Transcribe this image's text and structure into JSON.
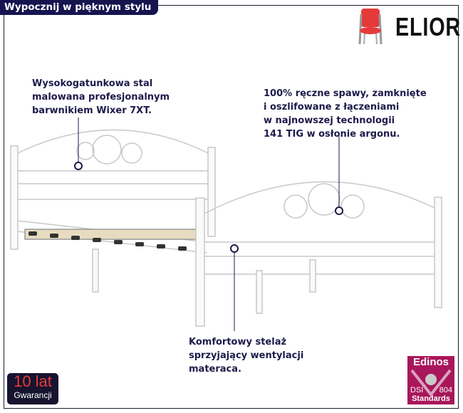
{
  "header": {
    "title": "Wypocznij w pięknym stylu"
  },
  "brand": {
    "name": "ELIOR",
    "logo_icon": "red-chair-icon"
  },
  "notes": {
    "steel": "Wysokogatunkowa stal\nmalowana profesjonalnym\nbarwnikiem Wixer 7XT.",
    "welding": "100% ręczne spawy, zamknięte\ni oszlifowane z łączeniami\nw najnowszej technologii\n141 TIG w osłonie argonu.",
    "slats": "Komfortowy stelaż\nsprzyjający wentylacji\nmateraca."
  },
  "warranty": {
    "years": "10 lat",
    "label": "Gwarancji"
  },
  "certificate": {
    "name": "Edinos",
    "left": "DSI",
    "right": "804",
    "bottom": "Standards"
  },
  "colors": {
    "title_bg": "#16144f",
    "note_text": "#1c1a4a",
    "cert_bg": "#a8175b",
    "warranty_text": "#e83a3a"
  }
}
